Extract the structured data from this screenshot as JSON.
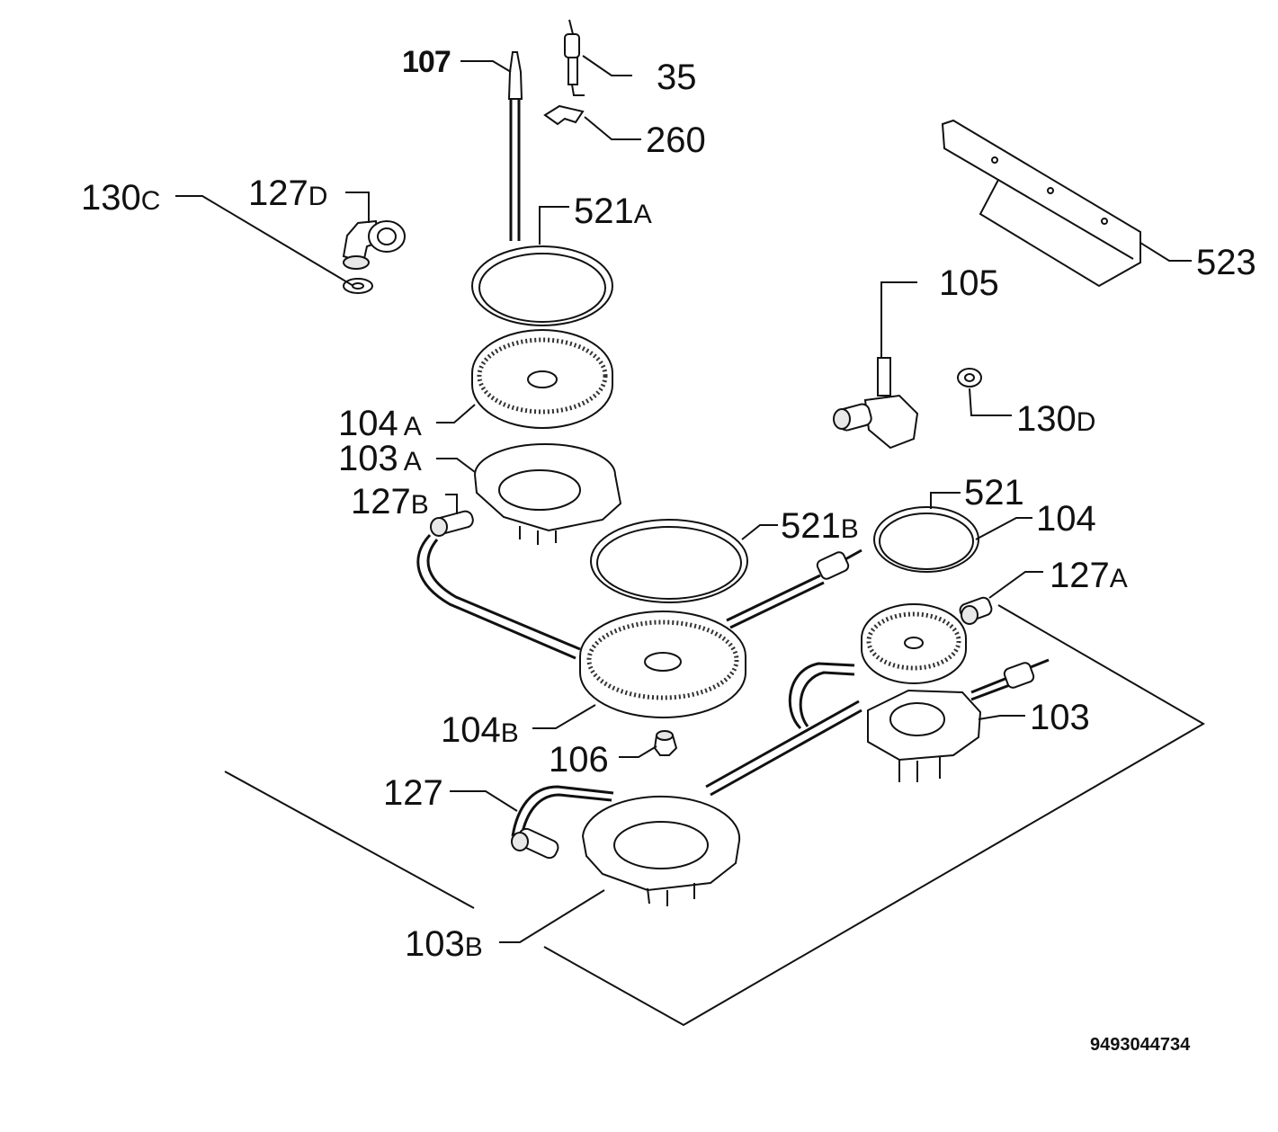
{
  "labels": {
    "l107": "107",
    "l35": "35",
    "l260": "260",
    "l130c_n": "130",
    "l130c_s": "C",
    "l127d_n": "127",
    "l127d_s": "D",
    "l521a_n": "521",
    "l521a_s": "A",
    "l523": "523",
    "l105": "105",
    "l130d_n": "130",
    "l130d_s": "D",
    "l104a_n": "104",
    "l104a_s": "A",
    "l103a_n": "103",
    "l103a_s": "A",
    "l127b_n": "127",
    "l127b_s": "B",
    "l521b_n": "521",
    "l521b_s": "B",
    "l521": "521",
    "l104": "104",
    "l127a_n": "127",
    "l127a_s": "A",
    "l103": "103",
    "l104b_n": "104",
    "l104b_s": "B",
    "l106": "106",
    "l127": "127",
    "l103b_n": "103",
    "l103b_s": "B"
  },
  "document_number": "9493044734"
}
